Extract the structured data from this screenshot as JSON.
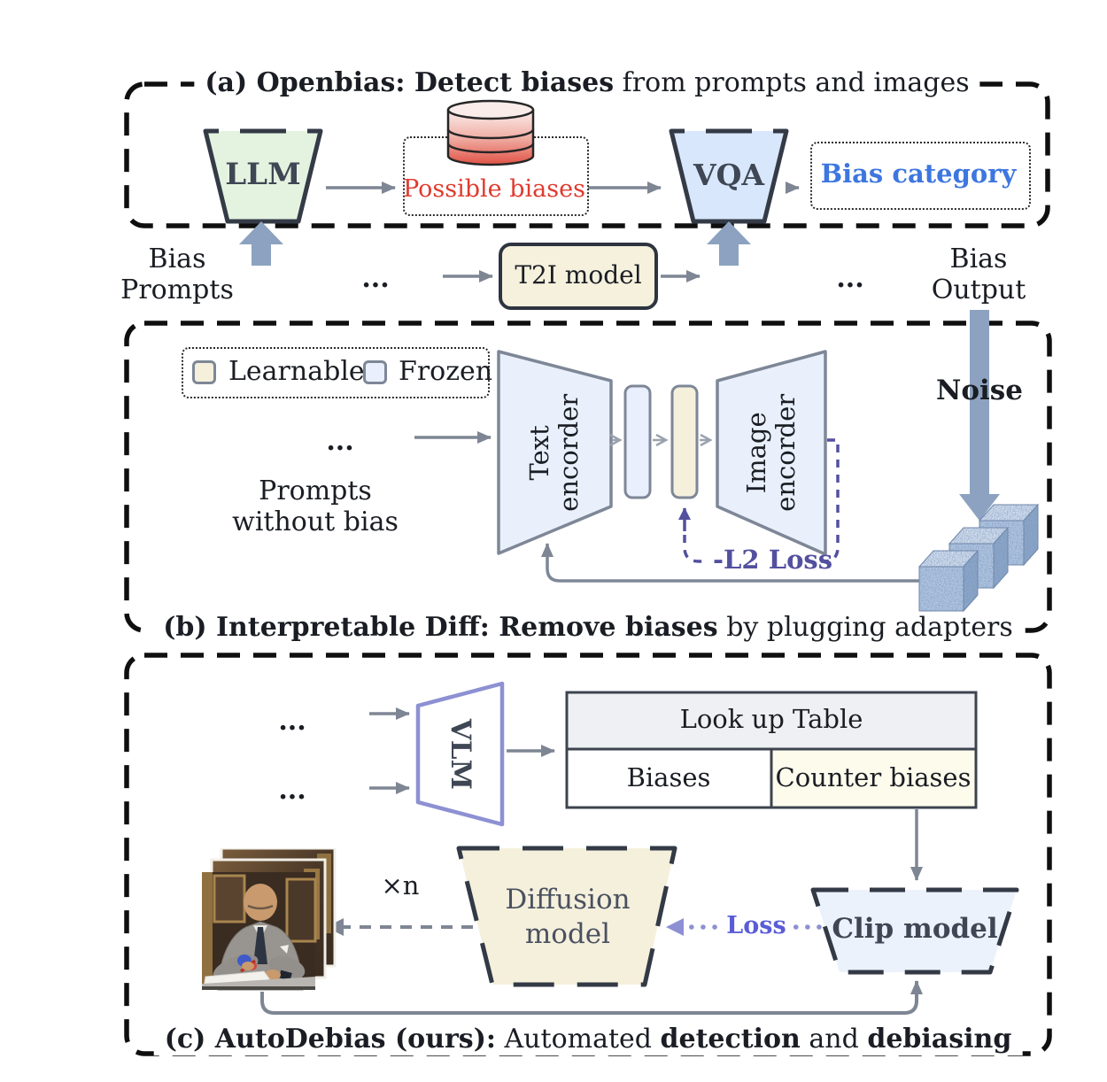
{
  "panel_a": {
    "caption_bold": "(a) Openbias: Detect biases",
    "caption_rest": " from prompts and images",
    "llm_label": "LLM",
    "possible_biases": "Possible biases",
    "vqa_label": "VQA",
    "bias_category": "Bias category"
  },
  "io_row": {
    "bias_prompts_line1": "Bias",
    "bias_prompts_line2": "Prompts",
    "dots_left": "...",
    "t2i_label": "T2I model",
    "dots_right": "...",
    "bias_output_line1": "Bias",
    "bias_output_line2": "Output",
    "noise_label": "Noise"
  },
  "panel_b": {
    "caption_bold": "(b) Interpretable Diff: Remove biases",
    "caption_rest": " by plugging adapters",
    "legend_learnable": "Learnable",
    "legend_frozen": "Frozen",
    "dots": "...",
    "prompts_line1": "Prompts",
    "prompts_line2": "without bias",
    "text_encoder_line1": "Text",
    "text_encoder_line2": "encorder",
    "image_encoder_line1": "Image",
    "image_encoder_line2": "encorder",
    "l2_loss_label": "-L2 Loss"
  },
  "panel_c": {
    "caption_b1": "(c) AutoDebias (ours):",
    "caption_r1": " Automated ",
    "caption_b2": "detection",
    "caption_r2": " and ",
    "caption_b3": "debiasing",
    "dots_top": "...",
    "dots_bottom": "...",
    "vlm_label": "VLM",
    "table_title": "Look up Table",
    "table_col1": "Biases",
    "table_col2": "Counter biases",
    "clip_label": "Clip model",
    "diffusion_line1": "Diffusion",
    "diffusion_line2": "model",
    "loss_label": "Loss",
    "xn_label": "×n"
  },
  "colors": {
    "llm_fill": "#e3f3e0",
    "vqa_fill": "#d8e7fb",
    "cream_fill": "#f5f1dd",
    "frozen_fill": "#e9effc",
    "encoder_fill": "#e9f0fb",
    "clip_fill": "#ebf2fc",
    "table_header_fill": "#eef0f3",
    "counter_fill": "#fdfbec",
    "red_text": "#e03a2f",
    "blue_text": "#3d76e0",
    "purple": "#53509f",
    "violet": "#5a5cd8",
    "violet_dots": "#8d90d2",
    "steel_arrow": "#8ca2c0",
    "gray_arrow": "#7e8694",
    "dark_stroke": "#343b47"
  }
}
